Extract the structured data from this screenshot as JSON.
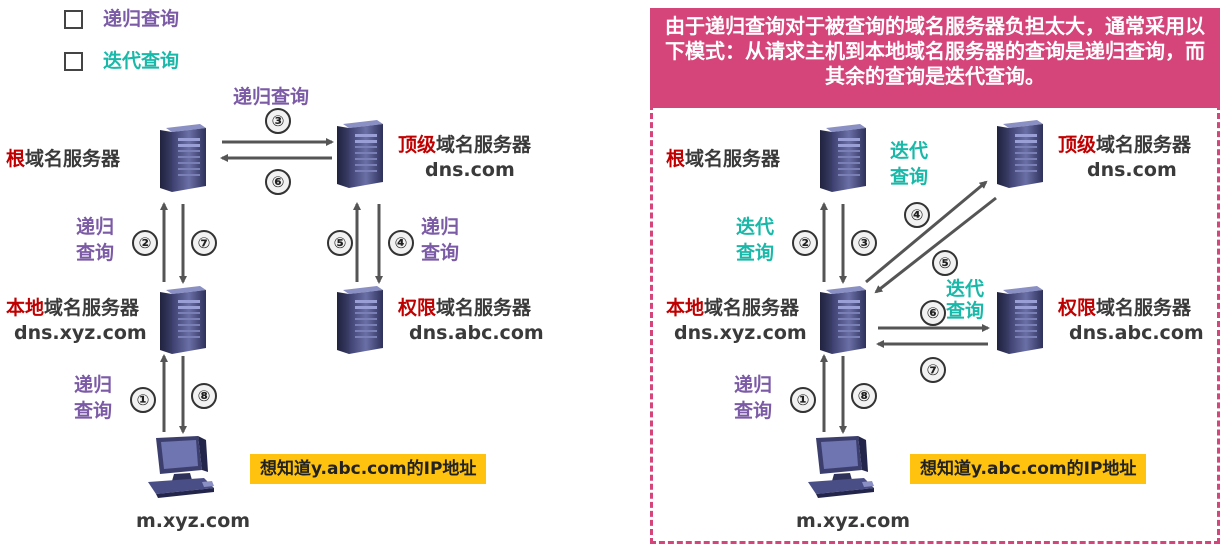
{
  "legend": {
    "recursive": "递归查询",
    "iterative": "迭代查询"
  },
  "left": {
    "root": {
      "prefix": "根",
      "suffix": "域名服务器"
    },
    "tld": {
      "prefix": "顶级",
      "suffix": "域名服务器",
      "host": "dns.com"
    },
    "local": {
      "prefix": "本地",
      "suffix": "域名服务器",
      "host": "dns.xyz.com"
    },
    "auth": {
      "prefix": "权限",
      "suffix": "域名服务器",
      "host": "dns.abc.com"
    },
    "client_host": "m.xyz.com",
    "query_top": "递归查询",
    "q_root_local": [
      "递归",
      "查询"
    ],
    "q_tld_auth": [
      "递归",
      "查询"
    ],
    "q_client": [
      "递归",
      "查询"
    ],
    "steps": [
      "①",
      "②",
      "③",
      "④",
      "⑤",
      "⑥",
      "⑦",
      "⑧"
    ],
    "note": "想知道y.abc.com的IP地址"
  },
  "right": {
    "banner": "由于递归查询对于被查询的域名服务器负担太大，通常采用以下模式：从请求主机到本地域名服务器的查询是递归查询，而其余的查询是迭代查询。",
    "root": {
      "prefix": "根",
      "suffix": "域名服务器"
    },
    "tld": {
      "prefix": "顶级",
      "suffix": "域名服务器",
      "host": "dns.com"
    },
    "local": {
      "prefix": "本地",
      "suffix": "域名服务器",
      "host": "dns.xyz.com"
    },
    "auth": {
      "prefix": "权限",
      "suffix": "域名服务器",
      "host": "dns.abc.com"
    },
    "client_host": "m.xyz.com",
    "q_root_tld": [
      "迭代",
      "查询"
    ],
    "q_root_local": [
      "迭代",
      "查询"
    ],
    "q_local_auth": [
      "迭代",
      "查询"
    ],
    "q_client": [
      "递归",
      "查询"
    ],
    "steps": [
      "①",
      "②",
      "③",
      "④",
      "⑤",
      "⑥",
      "⑦",
      "⑧"
    ],
    "note": "想知道y.abc.com的IP地址"
  },
  "colors": {
    "accent_red": "#c00000",
    "recursive_purple": "#7b5aa6",
    "iterative_teal": "#1ab8a8",
    "banner_pink": "#d6457a",
    "note_yellow": "#ffc20e"
  },
  "icons": {
    "server": "server-tower-icon",
    "client": "desktop-computer-icon"
  }
}
